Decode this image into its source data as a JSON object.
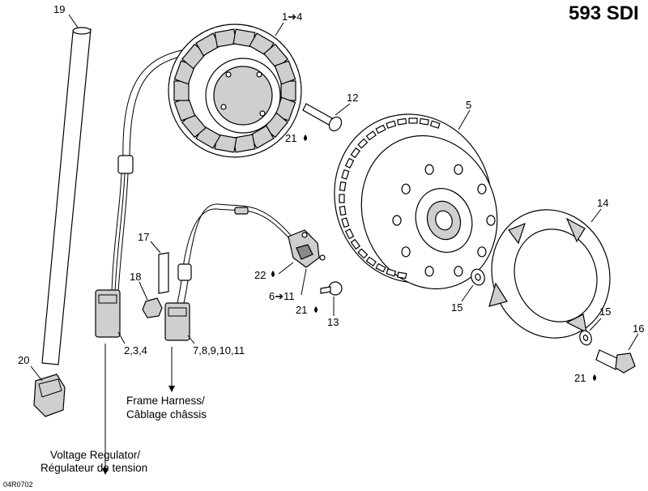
{
  "diagram": {
    "title": "593 SDI",
    "drawing_code": "04R0702",
    "callouts": {
      "p19": "19",
      "p1_4": "1➔4",
      "p12": "12",
      "p21a": "21",
      "p5": "5",
      "p14": "14",
      "p17": "17",
      "p18": "18",
      "p22": "22",
      "p6_11": "6➔11",
      "p21b": "21",
      "p13": "13",
      "p15a": "15",
      "p15b": "15",
      "p16": "16",
      "p21c": "21",
      "p20": "20",
      "p2_3_4": "2,3,4",
      "p7_11": "7,8,9,10,11"
    },
    "frame_harness": [
      "Frame Harness/",
      "Câblage châssis"
    ],
    "voltage_regulator": [
      "Voltage Regulator/",
      "Régulateur de tension"
    ]
  }
}
